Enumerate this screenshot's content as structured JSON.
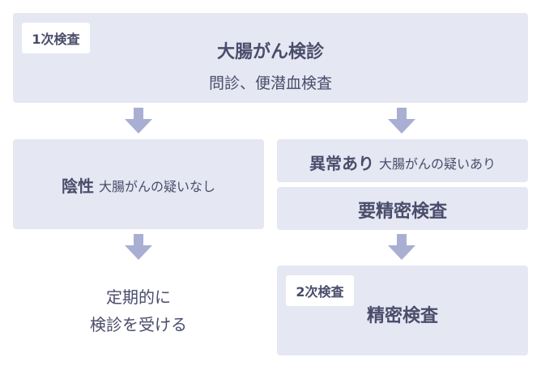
{
  "screening": {
    "stage_tag": "1次検査",
    "title": "大腸がん検診",
    "subtitle": "問診、便潜血検査"
  },
  "negative": {
    "label": "陰性",
    "description": "大腸がんの疑いなし",
    "outcome_line1": "定期的に",
    "outcome_line2": "検診を受ける"
  },
  "abnormal": {
    "label": "異常あり",
    "description": "大腸がんの疑いあり",
    "action": "要精密検査"
  },
  "detailed": {
    "stage_tag": "2次検査",
    "title": "精密検査"
  },
  "colors": {
    "box": "#e5e7f3",
    "arrow": "#a9afd3",
    "text": "#4a4d6b"
  }
}
